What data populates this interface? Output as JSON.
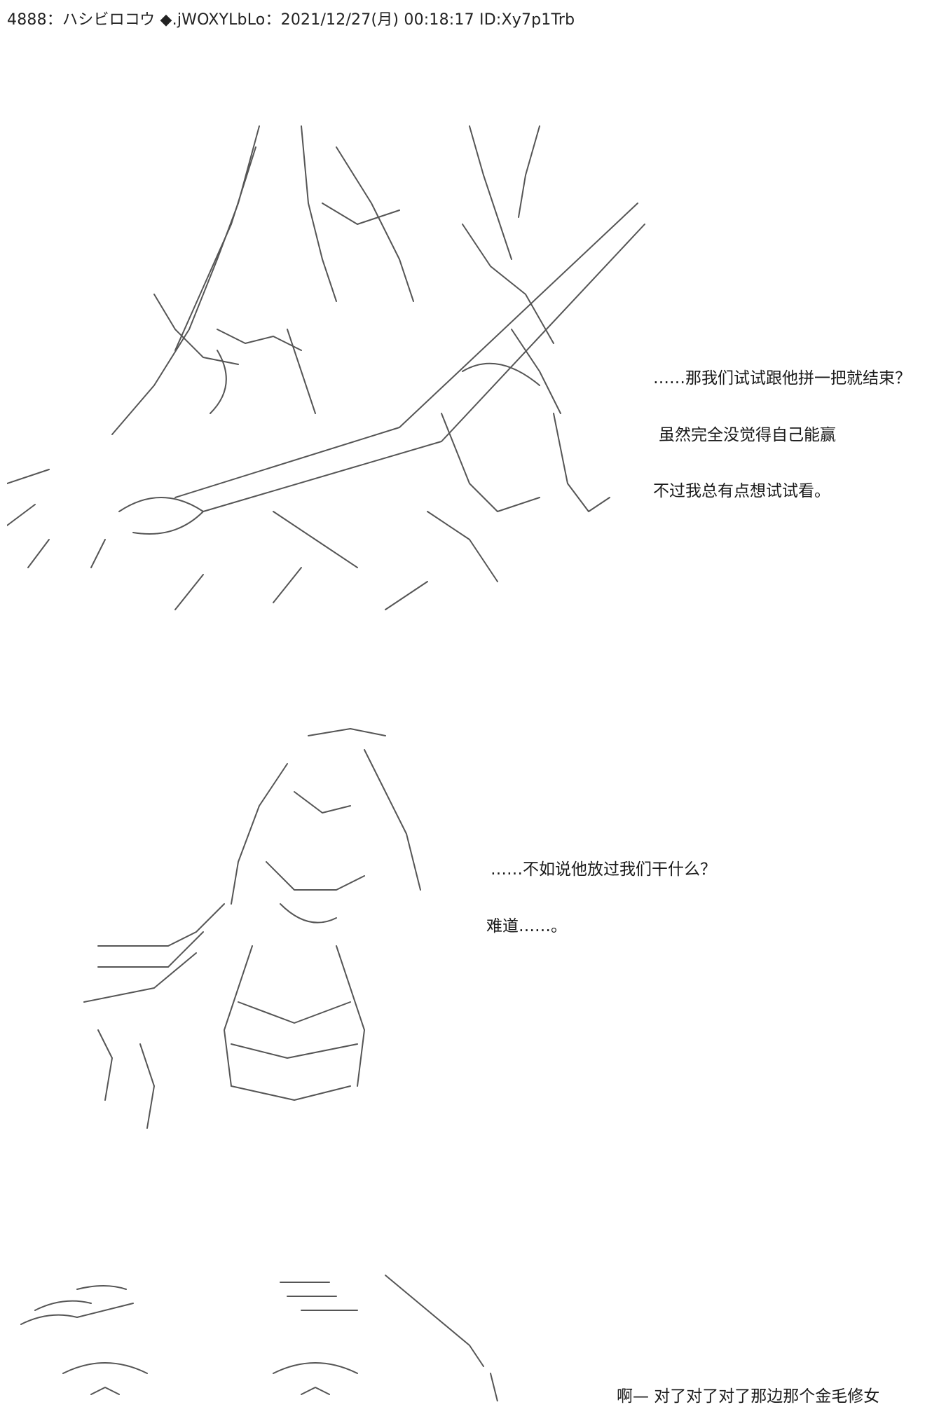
{
  "post_header": {
    "text": "4888：ハシビロコウ ◆.jWOXYLbLo：2021/12/27(月) 00:18:17 ID:Xy7p1Trb"
  },
  "panels": [
    {
      "lines": [
        "……那我们试试跟他拼一把就结束？",
        "虽然完全没觉得自己能赢",
        "不过我总有点想试试看。"
      ]
    },
    {
      "lines": [
        "……不如说他放过我们干什么？",
        "难道……。"
      ]
    },
    {
      "lines": [
        "啊—  对了对了对了那边那个金毛修女"
      ]
    }
  ]
}
